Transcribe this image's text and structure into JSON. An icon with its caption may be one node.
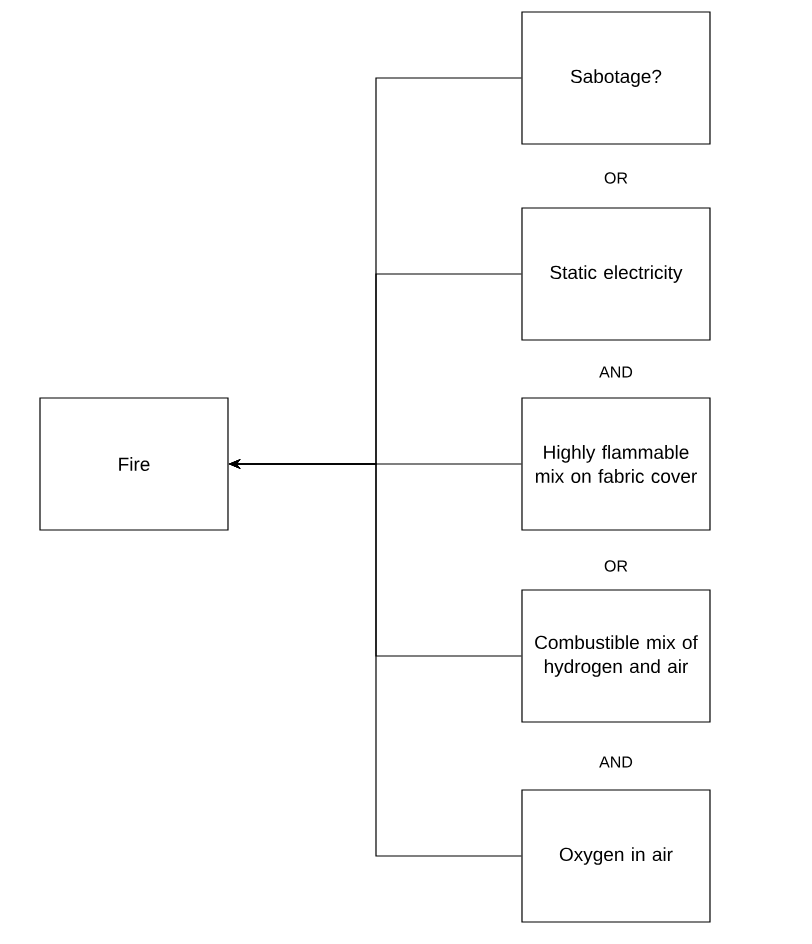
{
  "diagram": {
    "nodes": [
      {
        "text": [
          "Fire"
        ]
      },
      {
        "text": [
          "Sabotage?"
        ]
      },
      {
        "text": [
          "Static electricity"
        ]
      },
      {
        "text": [
          "Highly flammable mix on fabric cover"
        ]
      },
      {
        "text": [
          "Combustible mix of hydrogen and air"
        ]
      },
      {
        "text": [
          "Oxygen in air"
        ]
      }
    ],
    "edges": [
      {
        "from": 1,
        "to": 0,
        "arrow": "to"
      },
      {
        "from": 2,
        "to": 0,
        "arrow": "to"
      },
      {
        "from": 3,
        "to": 0,
        "arrow": "to"
      },
      {
        "from": 4,
        "to": 0,
        "arrow": "to"
      },
      {
        "from": 5,
        "to": 0,
        "arrow": "to"
      }
    ],
    "labels": [
      "OR",
      "AND",
      "OR",
      "AND"
    ]
  }
}
